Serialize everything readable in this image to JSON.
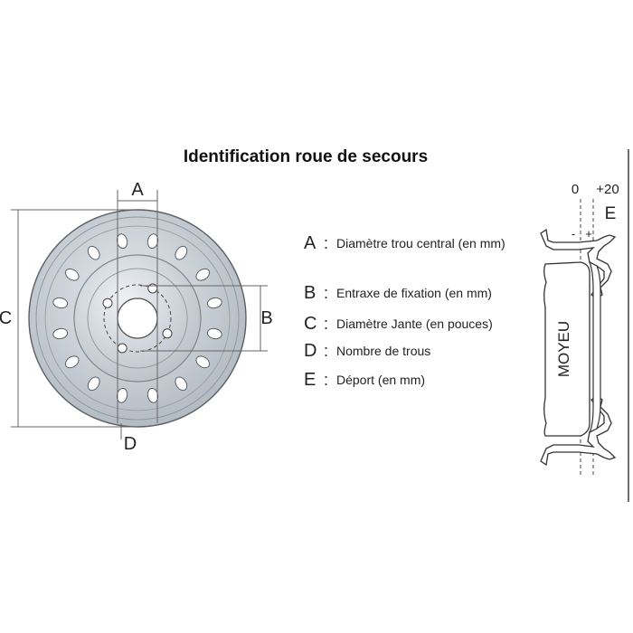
{
  "title": "Identification roue de secours",
  "legend": [
    {
      "key": "A",
      "text": "Diamètre trou central (en mm)"
    },
    {
      "key": "B",
      "text": "Entraxe de fixation (en mm)"
    },
    {
      "key": "C",
      "text": "Diamètre Jante (en pouces)"
    },
    {
      "key": "D",
      "text": "Nombre de trous"
    },
    {
      "key": "E",
      "text": "Déport (en mm)"
    }
  ],
  "wheel_labels": {
    "a": "A",
    "b": "B",
    "c": "C",
    "d": "D"
  },
  "offset_view": {
    "zero": "0",
    "plus20": "+20",
    "e": "E",
    "minus": "-",
    "plus": "+",
    "hub": "MOYEU"
  },
  "ventilation_hole_count": 16,
  "bolt_hole_count": 4,
  "colors": {
    "rim": "#c9cfd6",
    "rim_dark": "#a9b1ba",
    "outline": "#555555",
    "dim_line": "#666666"
  }
}
